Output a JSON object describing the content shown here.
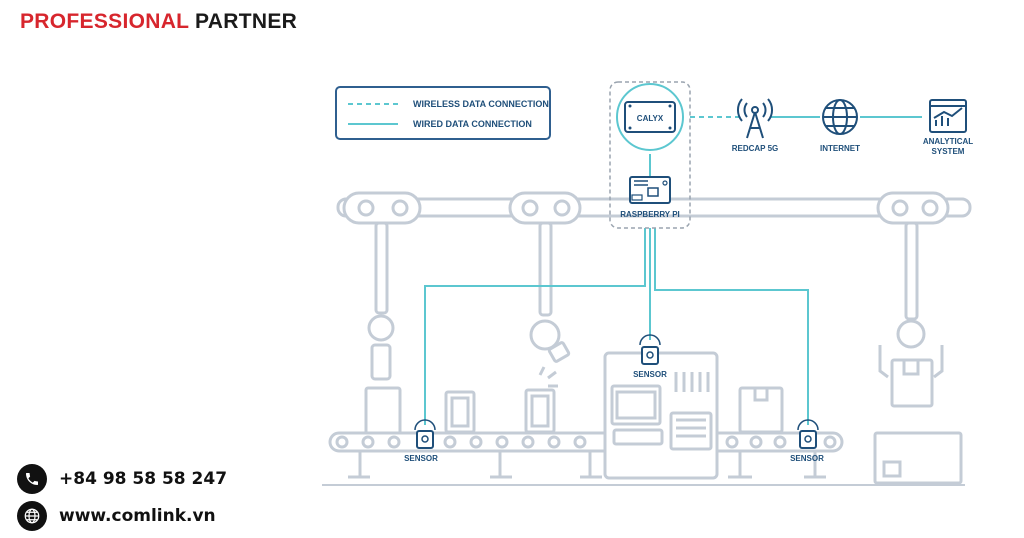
{
  "brand": {
    "part1": "PROFESSIONAL",
    "part2": "PARTNER"
  },
  "legend": {
    "wireless": "WIRELESS DATA CONNECTION",
    "wired": "WIRED DATA CONNECTION"
  },
  "devices": {
    "calyx": "CALYX",
    "raspberry_pi": "RASPBERRY PI"
  },
  "network": {
    "redcap": "REDCAP 5G",
    "internet": "INTERNET",
    "analytical_line1": "ANALYTICAL",
    "analytical_line2": "SYSTEM"
  },
  "sensors": {
    "label": "SENSOR"
  },
  "contact": {
    "phone": "+84 98 58 58 247",
    "website": "www.comlink.vn"
  },
  "colors": {
    "brand_red": "#d7262d",
    "line_teal": "#5cc7d0",
    "machine_gray": "#c2cad4",
    "label_navy": "#1f4f7a"
  },
  "icons": [
    "phone-icon",
    "globe-icon",
    "antenna-icon",
    "internet-globe-icon",
    "analytics-icon",
    "sensor-icon"
  ]
}
